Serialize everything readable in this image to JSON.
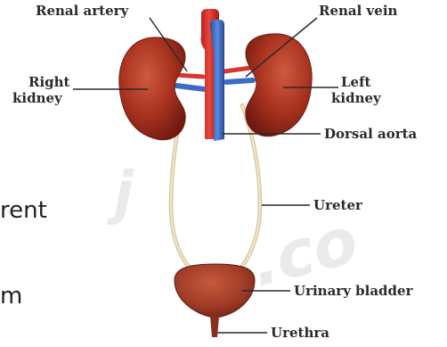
{
  "labels": {
    "renal_artery": "Renal artery",
    "renal_vein": "Renal vein",
    "right_kidney_line1": "Right",
    "right_kidney_line2": "kidney",
    "left_kidney_line1": "Left",
    "left_kidney_line2": "kidney",
    "dorsal_aorta": "Dorsal aorta",
    "ureter": "Ureter",
    "urinary_bladder": "Urinary bladder",
    "urethra": "Urethra"
  },
  "cropped_text": {
    "line1": "rent",
    "line2": "m"
  },
  "watermark": {
    "text1": "j",
    "text2": ".co"
  },
  "colors": {
    "kidney": "#a8321f",
    "kidney_dark": "#6e1a10",
    "artery": "#d8362e",
    "vein": "#3c6bc7",
    "ureter": "#e8d7b4",
    "bladder": "#9e3a26",
    "leader_line": "#2a2a2a"
  }
}
